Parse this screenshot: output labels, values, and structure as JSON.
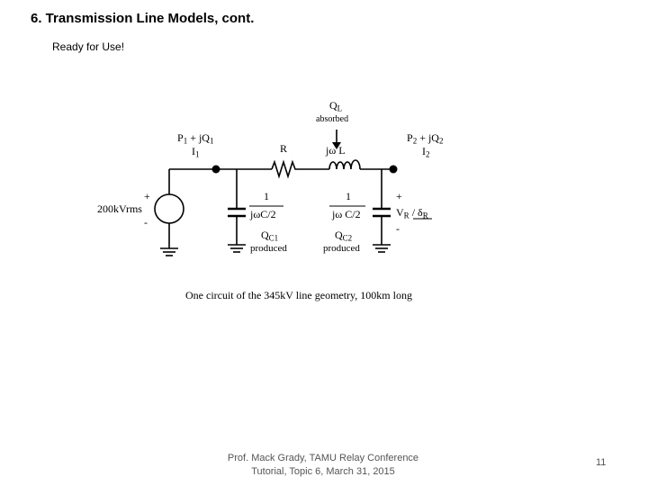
{
  "slide": {
    "title": "6.  Transmission Line Models, cont.",
    "subtitle": "Ready for Use!",
    "footer_line1": "Prof. Mack Grady, TAMU Relay Conference",
    "footer_line2": "Tutorial, Topic 6, March 31, 2015",
    "page_number": "11"
  },
  "circuit": {
    "ql": "Q",
    "ql_sub": "L",
    "absorbed": "absorbed",
    "p1": "P",
    "p1_sub1": "1",
    "p1_mid": " + jQ",
    "p1_sub2": "1",
    "i1": "I",
    "i1_sub": "1",
    "r_label": "R",
    "jwl_label": "jω L",
    "p2": "P",
    "p2_sub1": "2",
    "p2_mid": " + jQ",
    "p2_sub2": "2",
    "i2": "I",
    "i2_sub": "2",
    "source_plus": "+",
    "source_label": "200kVrms",
    "source_minus": "-",
    "c1_num": "1",
    "c1_den": "jωC/2",
    "qc1": "Q",
    "qc1_sub": "C1",
    "produced1": "produced",
    "c2_num": "1",
    "c2_den": "jω  C/2",
    "qc2": "Q",
    "qc2_sub": "C2",
    "produced2": "produced",
    "vr_plus": "+",
    "vr": "V",
    "vr_sub": "R",
    "vr_angle": " / δ",
    "vr_angle_sub": "R",
    "vr_minus": "-",
    "caption": "One circuit of the 345kV line geometry, 100km long"
  }
}
